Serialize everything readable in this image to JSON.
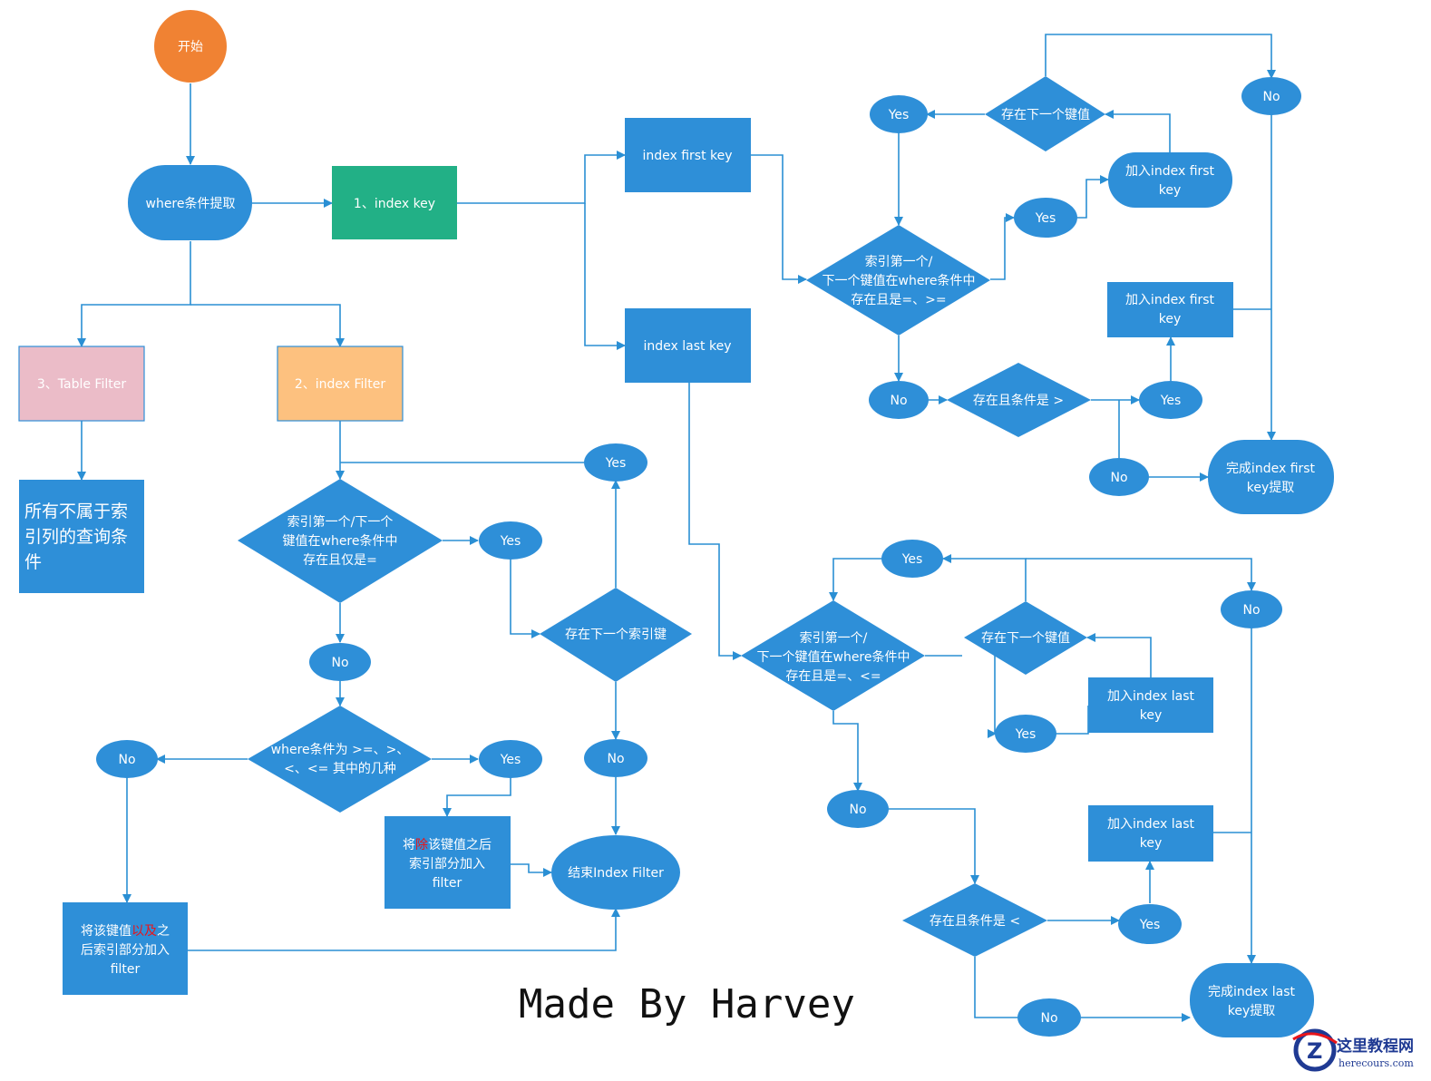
{
  "colors": {
    "blue": "#2e8fd8",
    "orange": "#f08233",
    "green": "#22b086",
    "pink": "#ebbcc8",
    "peach": "#fdc17f",
    "highlight": "#e8141a"
  },
  "nodes": {
    "start": "开始",
    "where_extract": "where条件提取",
    "index_key": "1、index key",
    "table_filter": "3、Table Filter",
    "index_filter": "2、index Filter",
    "not_index_cond": [
      "所有不属于索",
      "引列的查询条",
      "件"
    ],
    "index_first_key": "index first key",
    "index_last_key": "index last key",
    "f_cond": [
      "索引第一个/",
      "下一个键值在where条件中",
      "存在且是=、>="
    ],
    "f_next_key": "存在下一个键值",
    "f_add_first_1": [
      "加入index first",
      "key"
    ],
    "f_add_first_2": [
      "加入index first",
      "key"
    ],
    "f_gt_cond": "存在且条件是 >",
    "f_done": [
      "完成index first",
      "key提取"
    ],
    "if_cond": [
      "索引第一个/下一个",
      "键值在where条件中",
      "存在且仅是="
    ],
    "if_next_idx": "存在下一个索引键",
    "if_range": [
      "where条件为 >=、>、",
      "<、<= 其中的几种"
    ],
    "if_add_after": [
      "将",
      "除",
      "该键值之后",
      "索引部分加入",
      "filter"
    ],
    "if_add_incl": [
      "将该键值",
      "以及",
      "之",
      "后索引部分加入",
      "filter"
    ],
    "if_end": "结束Index Filter",
    "l_cond": [
      "索引第一个/",
      "下一个键值在where条件中",
      "存在且是=、<="
    ],
    "l_next_key": "存在下一个键值",
    "l_add_last_1": [
      "加入index last",
      "key"
    ],
    "l_add_last_2": [
      "加入index last",
      "key"
    ],
    "l_lt_cond": "存在且条件是 <",
    "l_done": [
      "完成index last",
      "key提取"
    ]
  },
  "yes": "Yes",
  "no": "No",
  "credit": "Made By Harvey",
  "watermark": {
    "cn": "这里教程网",
    "en": "herecours.com"
  }
}
